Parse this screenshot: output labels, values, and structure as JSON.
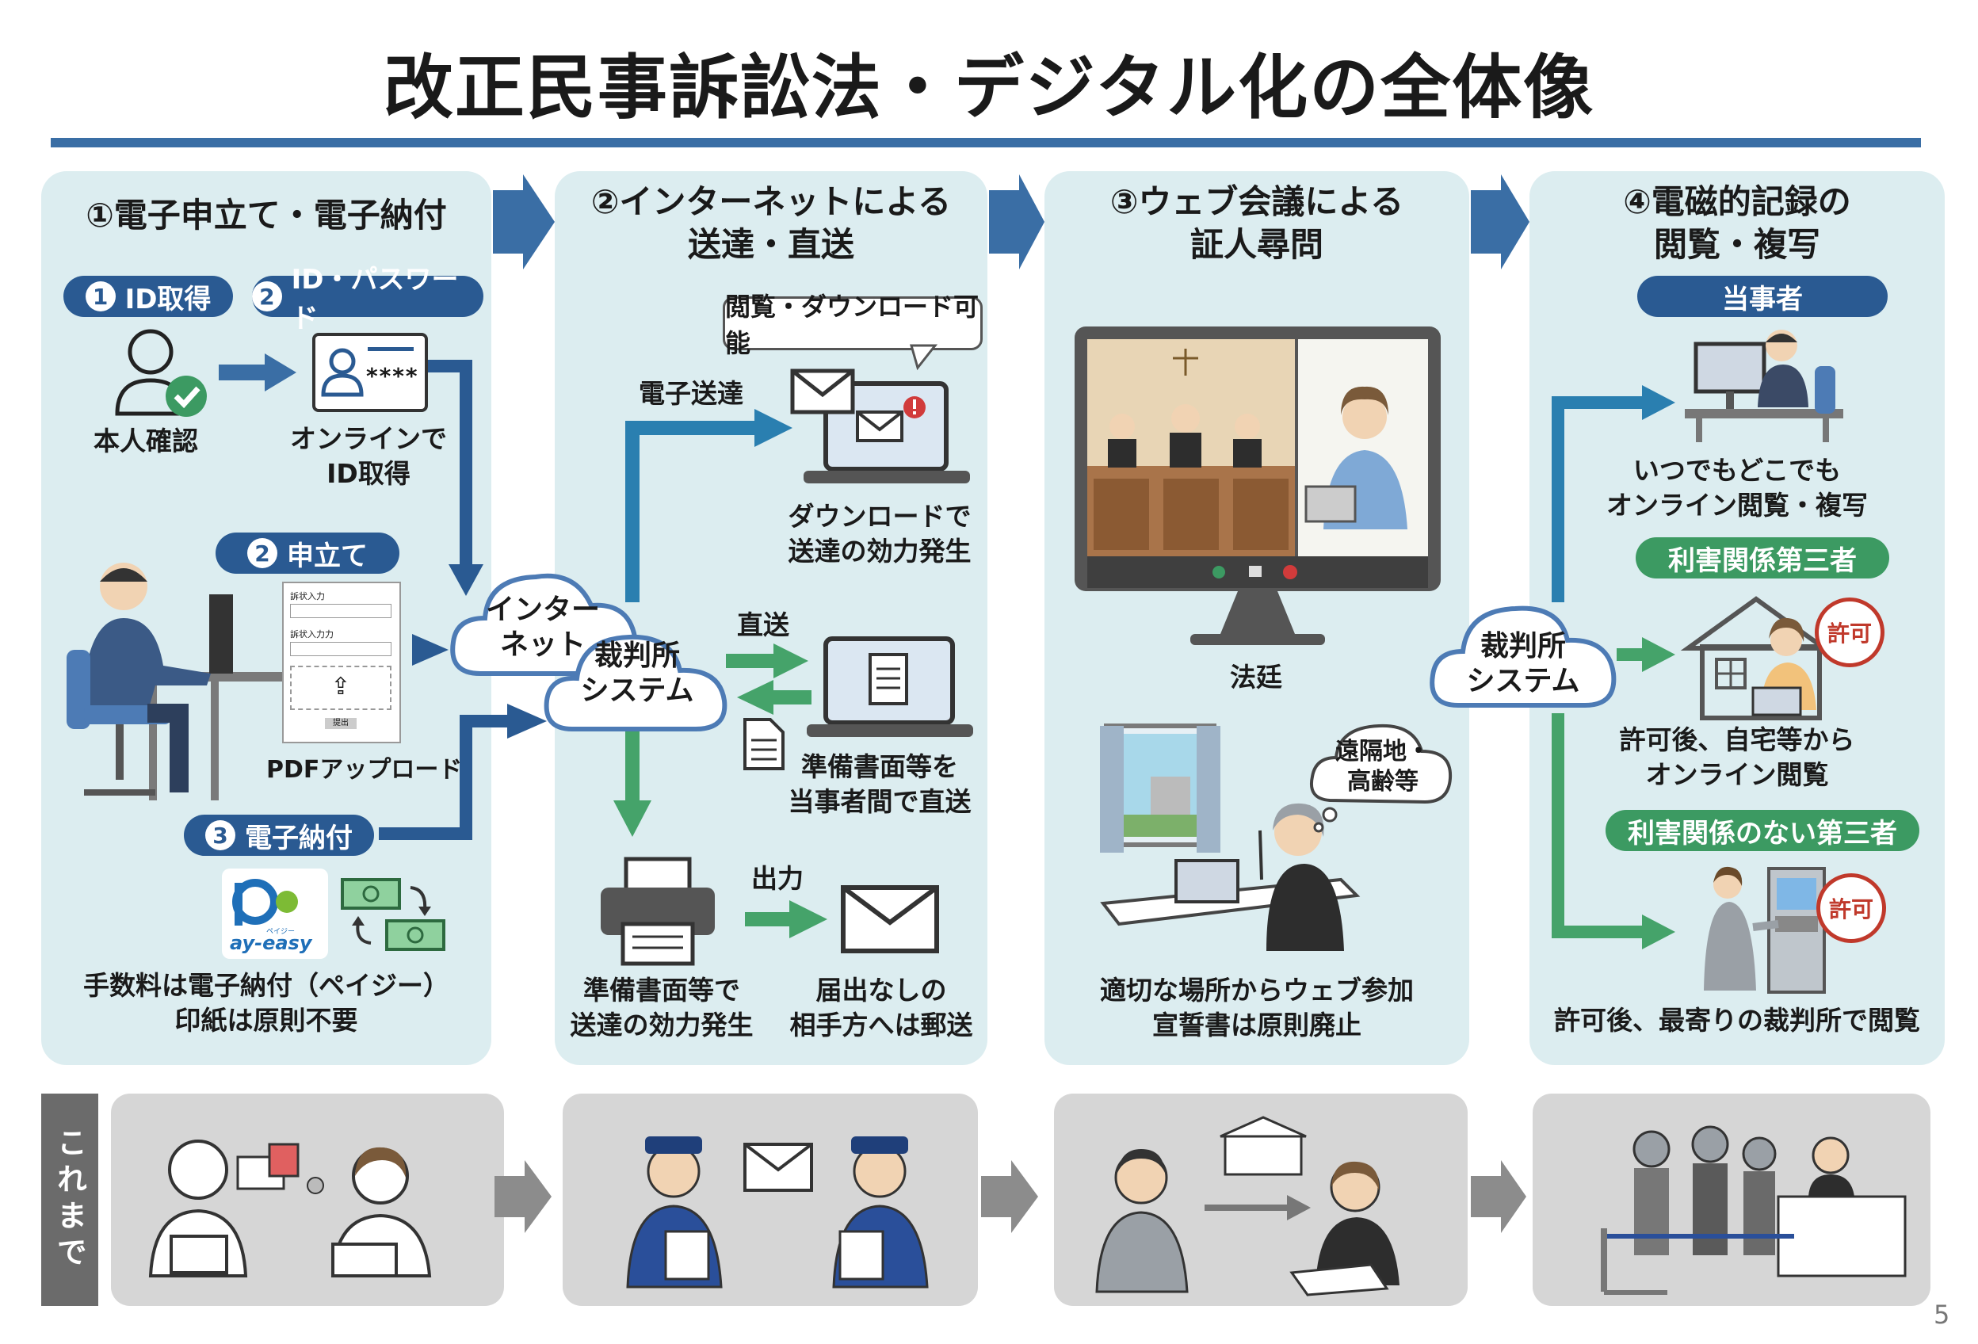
{
  "title": "改正民事訴訟法・デジタル化の全体像",
  "page_number": "5",
  "colors": {
    "blue": "#2a5a92",
    "green": "#3c9a62",
    "panel": "#dcedf0",
    "rule": "#3a6ea5"
  },
  "panel1": {
    "title": "①電子申立て・電子納付",
    "pill_id": {
      "num": "1",
      "label": "ID取得"
    },
    "pill_pw": {
      "num": "2",
      "label": "ID・パスワード"
    },
    "identity_caption": "本人確認",
    "online_id_caption_1": "オンラインで",
    "online_id_caption_2": "ID取得",
    "password_mask": "****",
    "pill_apply": {
      "num": "2",
      "label": "申立て"
    },
    "form_label_1": "訴状入力",
    "form_label_2": "訴状入力力",
    "form_button": "提出",
    "pdf_caption": "PDFアップロード",
    "pill_pay": {
      "num": "3",
      "label": "電子納付"
    },
    "payeasy_logo_top": "ペイジー",
    "payeasy_logo": "ay-easy",
    "caption_1": "手数料は電子納付（ペイジー）",
    "caption_2": "印紙は原則不要"
  },
  "panel2": {
    "title_1": "②インターネットによる",
    "title_2": "送達・直送",
    "bubble": "閲覧・ダウンロード可能",
    "denshi_soutatsu": "電子送達",
    "download_caption_1": "ダウンロードで",
    "download_caption_2": "送達の効力発生",
    "internet_cloud_1": "インター",
    "internet_cloud_2": "ネット",
    "court_system_1": "裁判所",
    "court_system_2": "システム",
    "chokusou": "直送",
    "direct_caption_1": "準備書面等を",
    "direct_caption_2": "当事者間で直送",
    "output": "出力",
    "print_caption_1": "準備書面等で",
    "print_caption_2": "送達の効力発生",
    "mail_caption_1": "届出なしの",
    "mail_caption_2": "相手方へは郵送"
  },
  "panel3": {
    "title_1": "③ウェブ会議による",
    "title_2": "証人尋問",
    "court_caption": "法廷",
    "thought_1": "遠隔地・",
    "thought_2": "高齢等",
    "caption_1": "適切な場所からウェブ参加",
    "caption_2": "宣誓書は原則廃止"
  },
  "panel4": {
    "title_1": "④電磁的記録の",
    "title_2": "閲覧・複写",
    "court_system_1": "裁判所",
    "court_system_2": "システム",
    "pill_party": "当事者",
    "party_caption_1": "いつでもどこでも",
    "party_caption_2": "オンライン閲覧・複写",
    "pill_interested": "利害関係第三者",
    "seal": "許可",
    "interested_caption_1": "許可後、自宅等から",
    "interested_caption_2": "オンライン閲覧",
    "pill_uninterested": "利害関係のない第三者",
    "uninterested_caption": "許可後、最寄りの裁判所で閲覧"
  },
  "bottom": {
    "side_label": "これまで"
  }
}
